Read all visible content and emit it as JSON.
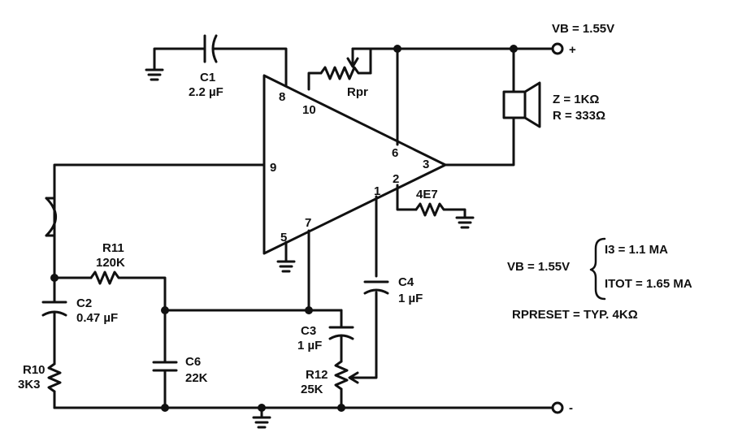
{
  "power": {
    "vb_label": "VB = 1.55V",
    "plus_sign": "+",
    "minus_sign": "-"
  },
  "amplifier": {
    "pins": [
      "8",
      "10",
      "9",
      "6",
      "3",
      "2",
      "1",
      "5",
      "7"
    ]
  },
  "components": {
    "c1": {
      "name": "C1",
      "value": "2.2 µF"
    },
    "rpr": {
      "name": "Rpr"
    },
    "speaker": {
      "z": "Z = 1KΩ",
      "r": "R = 333Ω"
    },
    "r_4e7": {
      "value": "4E7"
    },
    "r11": {
      "name": "R11",
      "value": "120K"
    },
    "c2": {
      "name": "C2",
      "value": "0.47 µF"
    },
    "c6": {
      "name": "C6",
      "value": "22K"
    },
    "c3": {
      "name": "C3",
      "value": "1 µF"
    },
    "c4": {
      "name": "C4",
      "value": "1 µF"
    },
    "r10": {
      "name": "R10",
      "value": "3K3"
    },
    "r12": {
      "name": "R12",
      "value": "25K"
    }
  },
  "notes": {
    "vb": "VB = 1.55V",
    "i3": "I3 = 1.1 MA",
    "itot": "ITOT = 1.65 MA",
    "rpreset": "RPRESET = TYP. 4KΩ"
  }
}
